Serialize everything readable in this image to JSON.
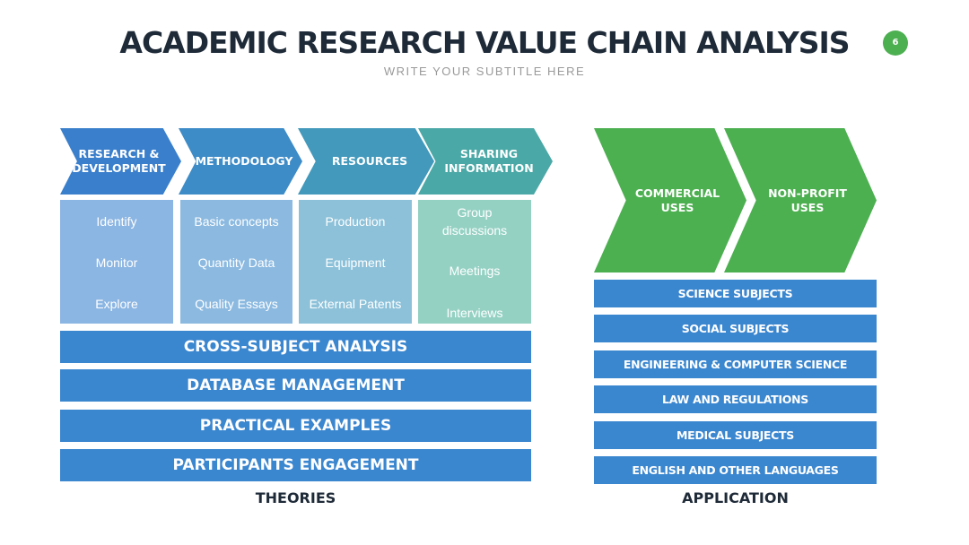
{
  "header": {
    "title": "ACADEMIC RESEARCH VALUE CHAIN ANALYSIS",
    "subtitle": "WRITE YOUR SUBTITLE HERE",
    "page_number": "6"
  },
  "colors": {
    "dark_blue": "#3a86cf",
    "light_blue": "#8fb9e2",
    "teal": "#4aa8b0",
    "mint": "#93d3c3",
    "green": "#4caf50",
    "title_text": "#1e2a38"
  },
  "theories": {
    "stages": [
      {
        "label": "RESEARCH &\nDEVELOPMENT",
        "items": [
          "Identify",
          "Monitor",
          "Explore"
        ]
      },
      {
        "label": "METHODOLOGY",
        "items": [
          "Basic concepts",
          "Quantity Data",
          "Quality Essays"
        ]
      },
      {
        "label": "RESOURCES",
        "items": [
          "Production",
          "Equipment",
          "External Patents"
        ]
      },
      {
        "label": "SHARING\nINFORMATION",
        "items": [
          "Group\ndiscussions",
          "Meetings",
          "Interviews"
        ]
      }
    ],
    "bars": [
      "CROSS-SUBJECT ANALYSIS",
      "DATABASE MANAGEMENT",
      "PRACTICAL EXAMPLES",
      "PARTICIPANTS ENGAGEMENT"
    ],
    "label": "THEORIES"
  },
  "application": {
    "stages": [
      "COMMERCIAL\nUSES",
      "NON-PROFIT\nUSES"
    ],
    "bars": [
      "SCIENCE SUBJECTS",
      "SOCIAL SUBJECTS",
      "ENGINEERING & COMPUTER SCIENCE",
      "LAW AND REGULATIONS",
      "MEDICAL SUBJECTS",
      "ENGLISH AND OTHER LANGUAGES"
    ],
    "label": "APPLICATION"
  }
}
